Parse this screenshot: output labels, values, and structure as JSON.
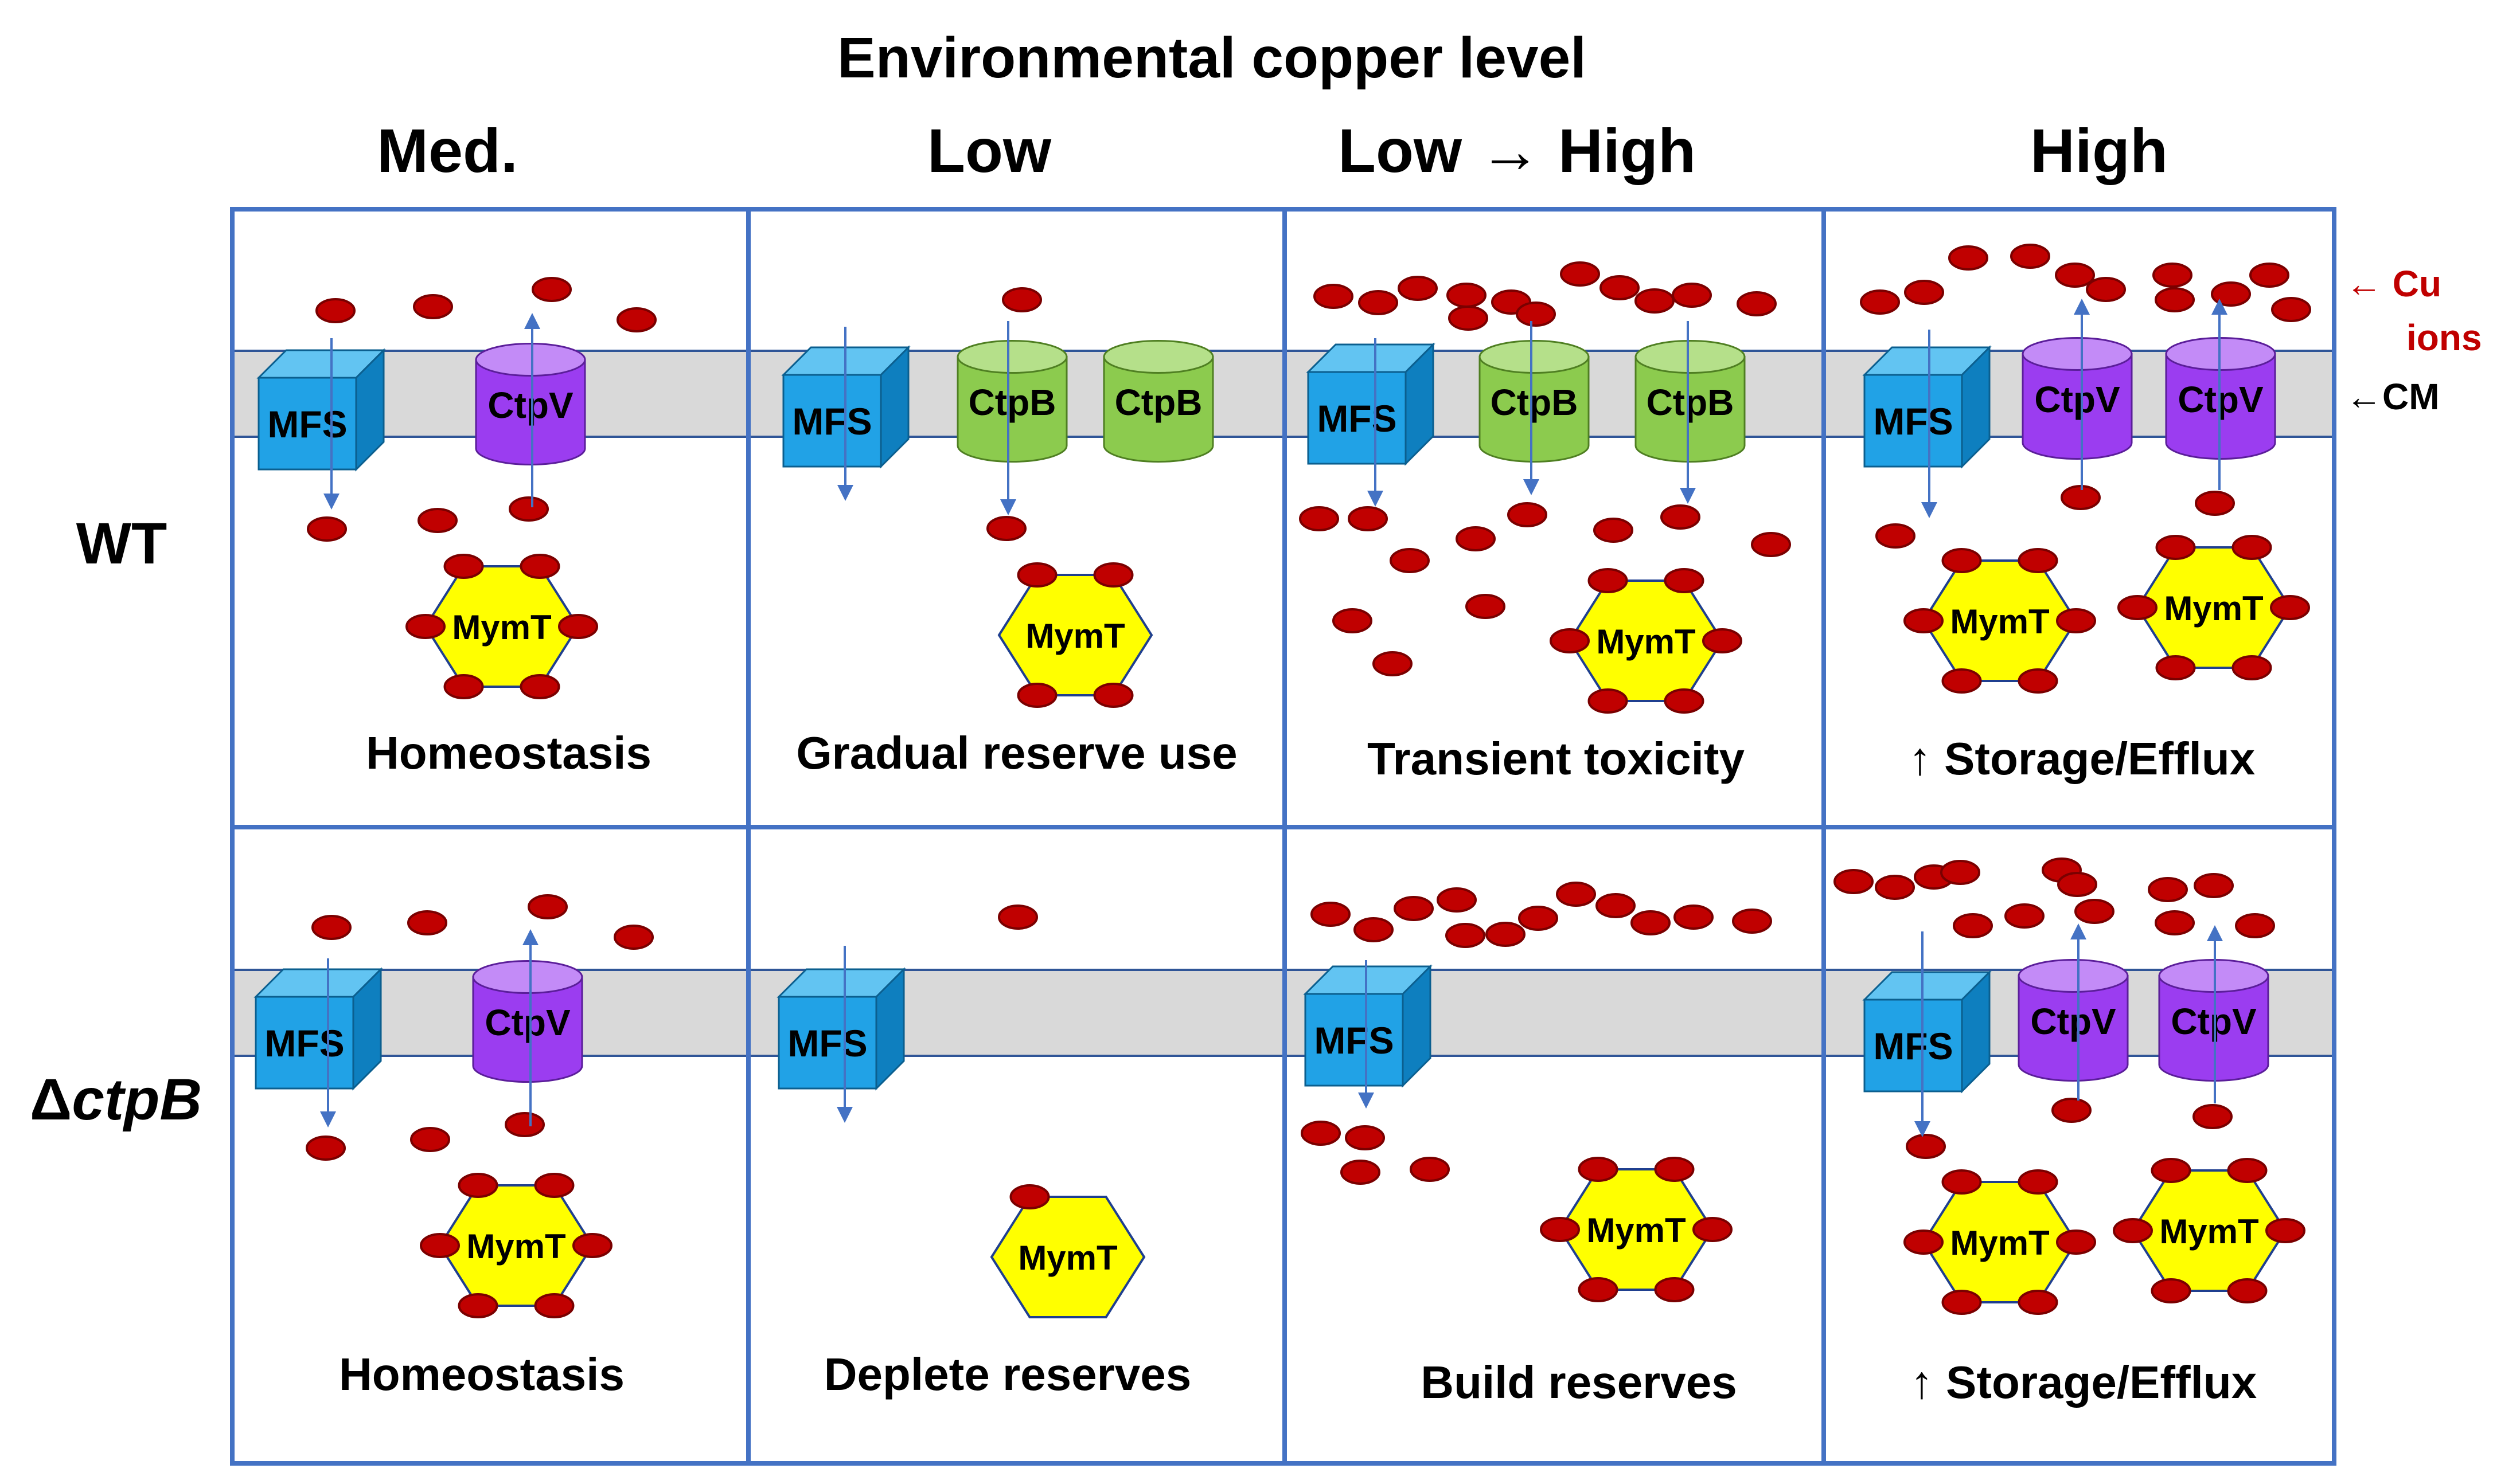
{
  "title": "Environmental copper level",
  "columns": [
    "Med.",
    "Low",
    "Low → High",
    "High"
  ],
  "rows": [
    {
      "label_prefix": "",
      "label_italic": "WT"
    },
    {
      "label_prefix": "Δ",
      "label_italic": "ctpB"
    }
  ],
  "side_labels": {
    "cu_arrow": "←",
    "cu_line1": "Cu",
    "cu_line2": "ions",
    "cm_arrow": "←",
    "cm": "CM"
  },
  "captions": {
    "wt": [
      "Homeostasis",
      "Gradual reserve use",
      "Transient toxicity",
      "↑ Storage/Efflux"
    ],
    "ctpb": [
      "Homeostasis",
      "Deplete reserves",
      "Build reserves",
      "↑ Storage/Efflux"
    ]
  },
  "proteins": {
    "mfs": "MFS",
    "ctpv": "CtpV",
    "ctpb": "CtpB",
    "mymt": "MymT"
  },
  "colors": {
    "border": "#4472C4",
    "membrane": "#D9D9D9",
    "membrane_line": "#2F5597",
    "cu_ion": "#C00000",
    "cu_ion_outline": "#7A0000",
    "mfs_front": "#21A2E6",
    "mfs_top": "#62C4F2",
    "mfs_side": "#0E7FBF",
    "ctpv_body": "#9B3DF0",
    "ctpv_top": "#C38BF7",
    "ctpb_body": "#8CCB4E",
    "ctpb_top": "#B5E08A",
    "mymt_fill": "#FFFF00",
    "arrow": "#4472C4",
    "cu_label": "#C00000"
  }
}
